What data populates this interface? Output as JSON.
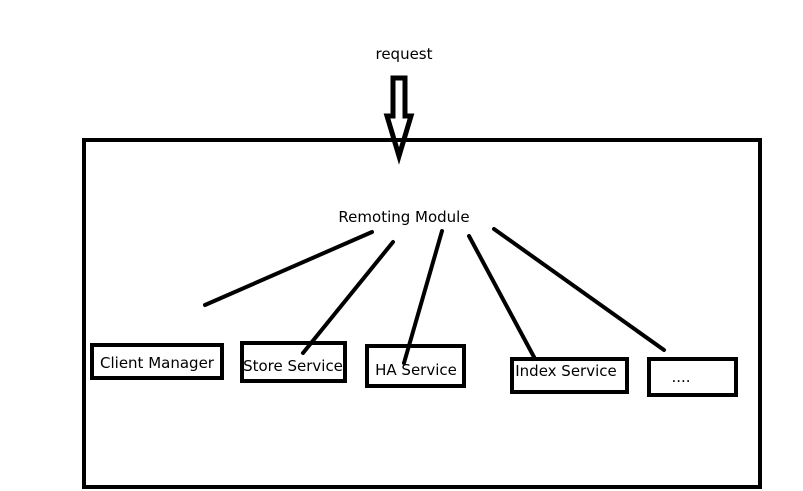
{
  "request_label": "request",
  "module_label": "Remoting Module",
  "services": [
    {
      "label": "Client Manager"
    },
    {
      "label": "Store Service"
    },
    {
      "label": "HA Service"
    },
    {
      "label": "Index Service"
    },
    {
      "label": "...."
    }
  ]
}
